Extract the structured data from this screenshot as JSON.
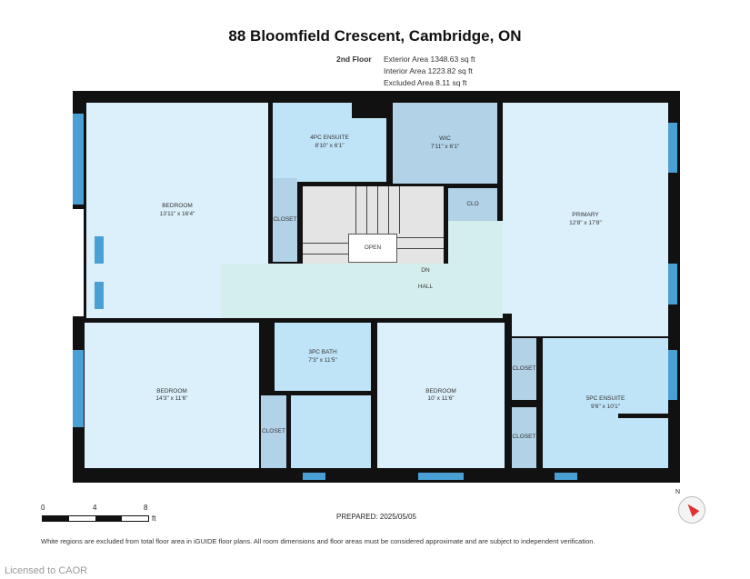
{
  "title": "88 Bloomfield Crescent, Cambridge, ON",
  "floor": {
    "name": "2nd Floor",
    "exterior": "Exterior Area 1348.63 sq ft",
    "interior": "Interior Area 1223.82 sq ft",
    "excluded": "Excluded Area 8.11 sq ft"
  },
  "rooms": {
    "bedroom1": {
      "name": "BEDROOM",
      "dim": "13'11\" x 16'4\""
    },
    "ensuite4": {
      "name": "4PC ENSUITE",
      "dim": "8'10\" x 6'1\""
    },
    "wic": {
      "name": "WIC",
      "dim": "7'11\" x 6'1\""
    },
    "closet1": {
      "name": "CLOSET"
    },
    "clo": {
      "name": "CLO"
    },
    "open": {
      "name": "OPEN"
    },
    "dn": "DN",
    "hall": {
      "name": "HALL"
    },
    "primary": {
      "name": "PRIMARY",
      "dim": "12'8\" x 17'8\""
    },
    "bedroom2": {
      "name": "BEDROOM",
      "dim": "14'3\" x 11'6\""
    },
    "bath3": {
      "name": "3PC BATH",
      "dim": "7'3\" x 11'5\""
    },
    "closet2": {
      "name": "CLOSET"
    },
    "bedroom3": {
      "name": "BEDROOM",
      "dim": "10' x 11'6\""
    },
    "closet3": {
      "name": "CLOSET"
    },
    "closet4": {
      "name": "CLOSET"
    },
    "ensuite5": {
      "name": "5PC ENSUITE",
      "dim": "9'6\" x 10'1\""
    }
  },
  "scale": {
    "t0": "0",
    "t4": "4",
    "t8": "8",
    "unit": "ft"
  },
  "prepared": "PREPARED: 2025/05/05",
  "compass": "N",
  "footnote": "White regions are excluded from total floor area in iGUIDE floor plans. All room dimensions and floor areas must be considered approximate and are subject to independent verification.",
  "license": "Licensed to CAOR"
}
